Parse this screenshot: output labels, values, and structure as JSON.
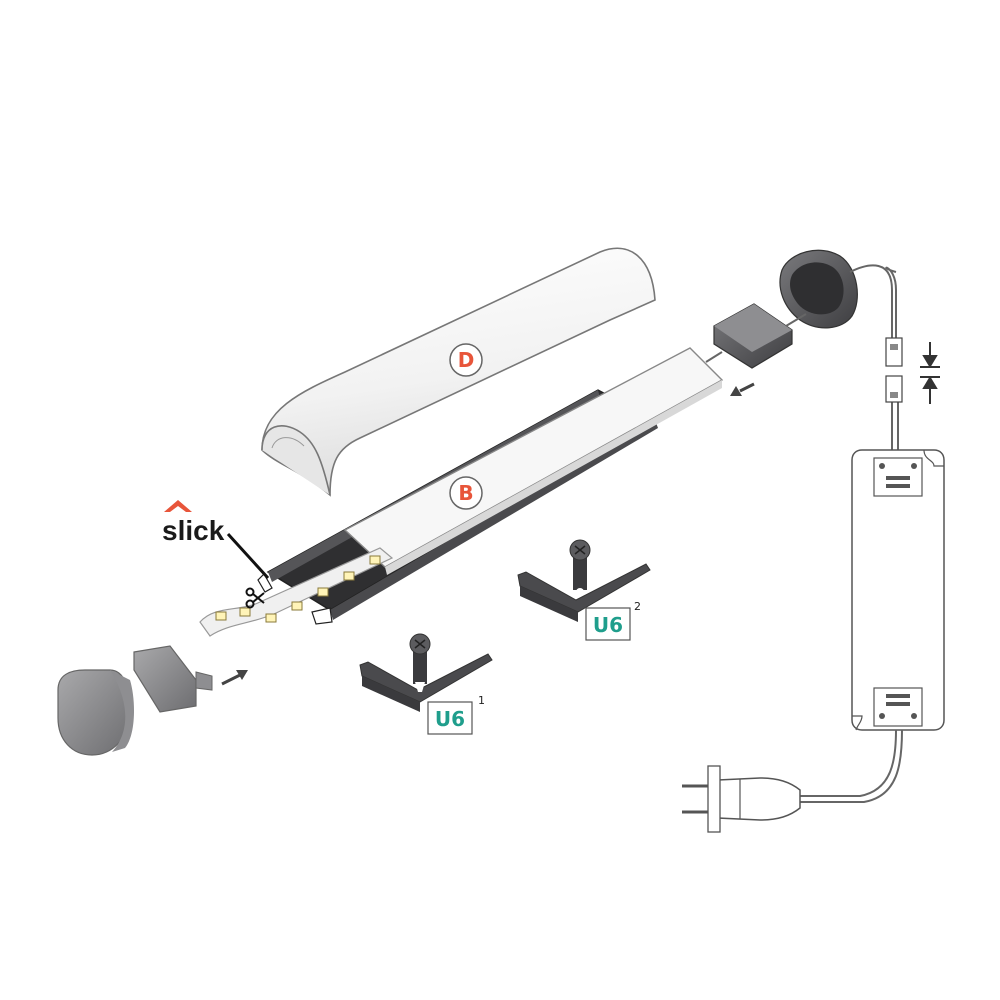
{
  "labels": {
    "diffuser_d": "D",
    "diffuser_b": "B",
    "clip_1": "U6",
    "clip_1_sup": "1",
    "clip_2": "U6",
    "clip_2_sup": "2"
  },
  "logo": {
    "text": "slick"
  },
  "colors": {
    "accent_orange": "#e8553a",
    "accent_teal": "#1f9e8c",
    "profile_dark": "#3c3c3e",
    "part_grey": "#6b6b6d",
    "diffuser_white": "#f4f4f4",
    "outline": "#555555"
  },
  "icons": {
    "cut": "scissors-icon",
    "insert_arrow": "arrow-icon",
    "clearance": "gap-arrows-icon",
    "plug": "euro-plug-icon"
  }
}
